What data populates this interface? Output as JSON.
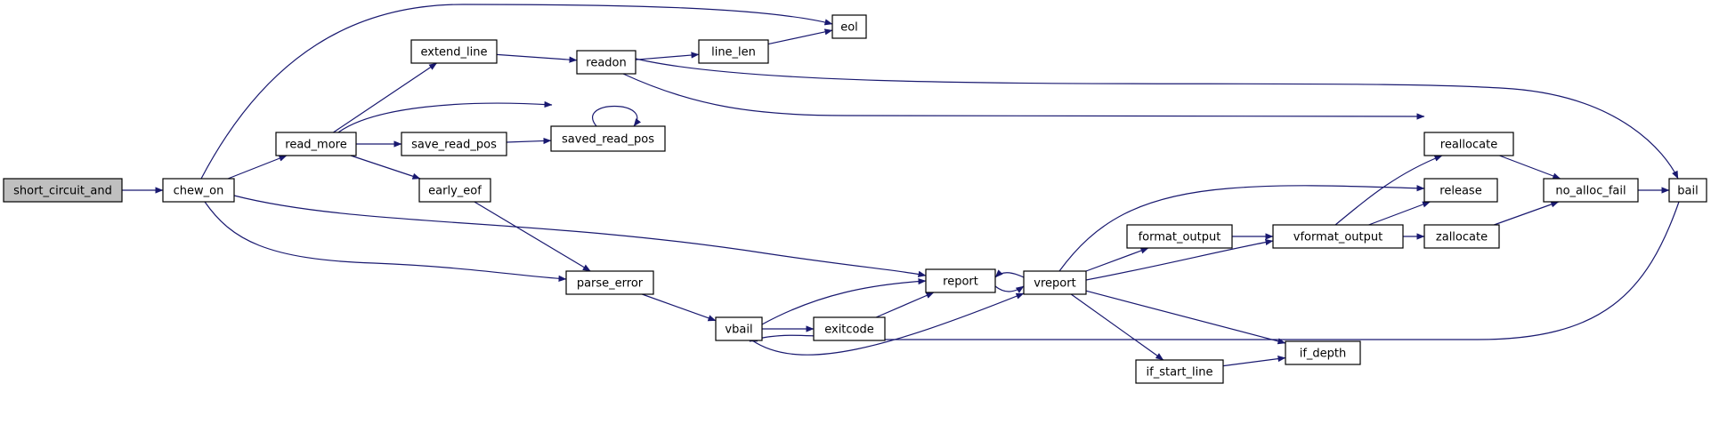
{
  "graph": {
    "colors": {
      "edge": "#191970",
      "root_fill": "#bfbfbf",
      "node_fill": "#ffffff",
      "node_border": "#000000"
    },
    "nodes": [
      {
        "id": "short_circuit_and",
        "label": "short_circuit_and",
        "root": true
      },
      {
        "id": "chew_on",
        "label": "chew_on"
      },
      {
        "id": "eol",
        "label": "eol"
      },
      {
        "id": "read_more",
        "label": "read_more"
      },
      {
        "id": "report",
        "label": "report"
      },
      {
        "id": "parse_error",
        "label": "parse_error"
      },
      {
        "id": "extend_line",
        "label": "extend_line"
      },
      {
        "id": "save_read_pos",
        "label": "save_read_pos"
      },
      {
        "id": "saved_read_pos",
        "label": "saved_read_pos"
      },
      {
        "id": "early_eof",
        "label": "early_eof"
      },
      {
        "id": "readon",
        "label": "readon"
      },
      {
        "id": "line_len",
        "label": "line_len"
      },
      {
        "id": "bail",
        "label": "bail"
      },
      {
        "id": "reallocate",
        "label": "reallocate"
      },
      {
        "id": "vbail",
        "label": "vbail"
      },
      {
        "id": "exitcode",
        "label": "exitcode"
      },
      {
        "id": "vreport",
        "label": "vreport"
      },
      {
        "id": "format_output",
        "label": "format_output"
      },
      {
        "id": "vformat_output",
        "label": "vformat_output"
      },
      {
        "id": "release",
        "label": "release"
      },
      {
        "id": "zallocate",
        "label": "zallocate"
      },
      {
        "id": "no_alloc_fail",
        "label": "no_alloc_fail"
      },
      {
        "id": "if_start_line",
        "label": "if_start_line"
      },
      {
        "id": "if_depth",
        "label": "if_depth"
      }
    ],
    "edges": [
      {
        "from": "short_circuit_and",
        "to": "chew_on"
      },
      {
        "from": "chew_on",
        "to": "eol"
      },
      {
        "from": "chew_on",
        "to": "read_more"
      },
      {
        "from": "chew_on",
        "to": "report"
      },
      {
        "from": "chew_on",
        "to": "parse_error"
      },
      {
        "from": "read_more",
        "to": "extend_line"
      },
      {
        "from": "read_more",
        "to": "saved_read_pos"
      },
      {
        "from": "read_more",
        "to": "save_read_pos"
      },
      {
        "from": "read_more",
        "to": "early_eof"
      },
      {
        "from": "extend_line",
        "to": "readon"
      },
      {
        "from": "readon",
        "to": "line_len"
      },
      {
        "from": "readon",
        "to": "bail"
      },
      {
        "from": "readon",
        "to": "reallocate"
      },
      {
        "from": "line_len",
        "to": "eol"
      },
      {
        "from": "save_read_pos",
        "to": "saved_read_pos"
      },
      {
        "from": "saved_read_pos",
        "to": "saved_read_pos"
      },
      {
        "from": "early_eof",
        "to": "parse_error"
      },
      {
        "from": "parse_error",
        "to": "vbail"
      },
      {
        "from": "vbail",
        "to": "report"
      },
      {
        "from": "vbail",
        "to": "exitcode"
      },
      {
        "from": "vbail",
        "to": "vreport"
      },
      {
        "from": "exitcode",
        "to": "report"
      },
      {
        "from": "report",
        "to": "vreport"
      },
      {
        "from": "vreport",
        "to": "report"
      },
      {
        "from": "vreport",
        "to": "release"
      },
      {
        "from": "vreport",
        "to": "format_output"
      },
      {
        "from": "vreport",
        "to": "vformat_output"
      },
      {
        "from": "vreport",
        "to": "if_depth"
      },
      {
        "from": "vreport",
        "to": "if_start_line"
      },
      {
        "from": "format_output",
        "to": "vformat_output"
      },
      {
        "from": "vformat_output",
        "to": "reallocate"
      },
      {
        "from": "vformat_output",
        "to": "release"
      },
      {
        "from": "vformat_output",
        "to": "zallocate"
      },
      {
        "from": "reallocate",
        "to": "no_alloc_fail"
      },
      {
        "from": "zallocate",
        "to": "no_alloc_fail"
      },
      {
        "from": "no_alloc_fail",
        "to": "bail"
      },
      {
        "from": "bail",
        "to": "vbail"
      },
      {
        "from": "if_start_line",
        "to": "if_depth"
      }
    ]
  }
}
